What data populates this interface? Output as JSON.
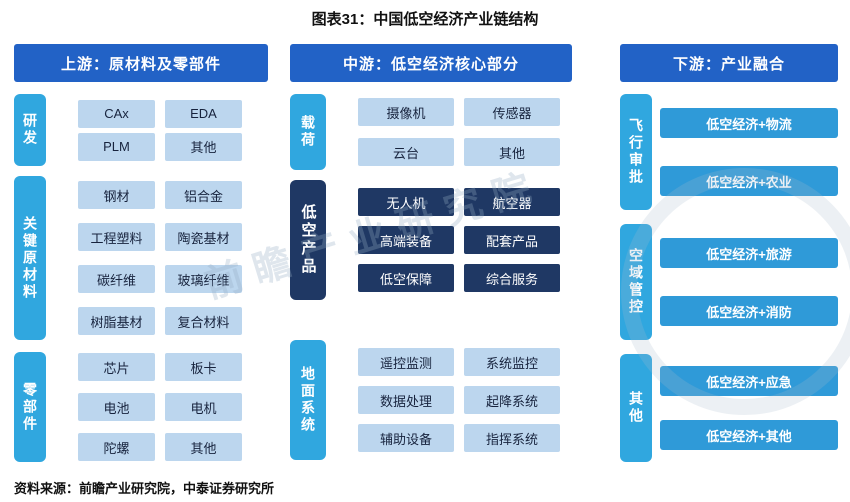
{
  "title": "图表31：中国低空经济产业链结构",
  "source": "资料来源：前瞻产业研究院，中泰证券研究所",
  "watermark": {
    "text": "前瞻产业研究院"
  },
  "colors": {
    "header_blue": "#2262C6",
    "label_cyan": "#30A7DF",
    "item_light_blue": "#BCD6EE",
    "dark_navy": "#1F3864",
    "item_medium_blue": "#2F9AD8"
  },
  "columns": [
    {
      "header": "上游：原材料及零部件",
      "sections": [
        {
          "label": "研发",
          "items": [
            "CAx",
            "EDA",
            "PLM",
            "其他"
          ]
        },
        {
          "label": "关键原材料",
          "items": [
            "钢材",
            "铝合金",
            "工程塑料",
            "陶瓷基材",
            "碳纤维",
            "玻璃纤维",
            "树脂基材",
            "复合材料"
          ]
        },
        {
          "label": "零部件",
          "items": [
            "芯片",
            "板卡",
            "电池",
            "电机",
            "陀螺",
            "其他"
          ]
        }
      ]
    },
    {
      "header": "中游：低空经济核心部分",
      "sections": [
        {
          "label": "载荷",
          "items": [
            "摄像机",
            "传感器",
            "云台",
            "其他"
          ]
        },
        {
          "label": "低空产品",
          "items": [
            "无人机",
            "航空器",
            "高端装备",
            "配套产品",
            "低空保障",
            "综合服务"
          ]
        },
        {
          "label": "地面系统",
          "items": [
            "遥控监测",
            "系统监控",
            "数据处理",
            "起降系统",
            "辅助设备",
            "指挥系统"
          ]
        }
      ]
    },
    {
      "header": "下游：产业融合",
      "sections": [
        {
          "label": "飞行审批",
          "items": [
            "低空经济+物流",
            "低空经济+农业"
          ]
        },
        {
          "label": "空域管控",
          "items": [
            "低空经济+旅游",
            "低空经济+消防"
          ]
        },
        {
          "label": "其他",
          "items": [
            "低空经济+应急",
            "低空经济+其他"
          ]
        }
      ]
    }
  ]
}
